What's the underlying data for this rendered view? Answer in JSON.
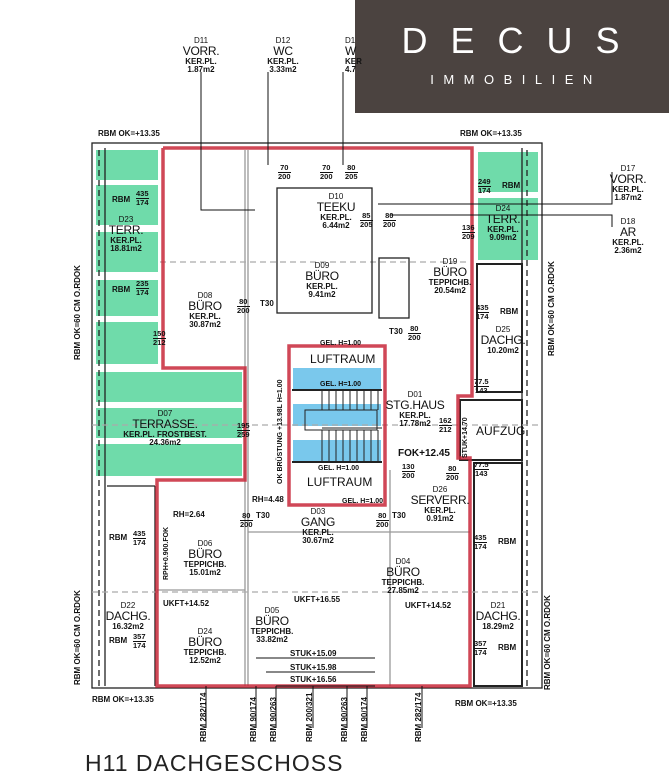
{
  "logo": {
    "brand": "DECUS",
    "subtitle": "IMMOBILIEN",
    "background": "#4b4340"
  },
  "title": "H11 DACHGESCHOSS",
  "colors": {
    "wall_red": "#c8283a",
    "terrace_green": "#3fcf8e",
    "void_blue": "#4db6e6"
  },
  "rooms": [
    {
      "id": "D11",
      "name": "VORR.",
      "floor": "KER.PL.",
      "area": "1.87m2"
    },
    {
      "id": "D12",
      "name": "WC",
      "floor": "KER.PL.",
      "area": "3.33m2"
    },
    {
      "id": "D1",
      "name": "W",
      "floor": "KER",
      "area": "4.7"
    },
    {
      "id": "D17",
      "name": "VORR.",
      "floor": "KER.PL.",
      "area": "1.87m2"
    },
    {
      "id": "D18",
      "name": "AR",
      "floor": "KER.PL.",
      "area": "2.36m2"
    },
    {
      "id": "D10",
      "name": "TEEKU",
      "floor": "KER.PL.",
      "area": "6.44m2"
    },
    {
      "id": "D09",
      "name": "BÜRO",
      "floor": "KER.PL.",
      "area": "9.41m2"
    },
    {
      "id": "D08",
      "name": "BÜRO",
      "floor": "KER.PL.",
      "area": "30.87m2"
    },
    {
      "id": "D19",
      "name": "BÜRO",
      "floor": "TEPPICHB.",
      "area": "20.54m2"
    },
    {
      "id": "D24",
      "name": "TERR.",
      "floor": "KER.PL.",
      "area": "9.09m2"
    },
    {
      "id": "D23",
      "name": "TERR.",
      "floor": "KER.PL.",
      "area": "18.81m2"
    },
    {
      "id": "D25",
      "name": "DACHG.",
      "floor": "",
      "area": "10.20m2"
    },
    {
      "id": "D07",
      "name": "TERRASSE.",
      "floor": "KER.PL. FROSTBEST.",
      "area": "24.36m2"
    },
    {
      "id": "D01",
      "name": "STG.HAUS",
      "floor": "KER.PL.",
      "area": "17.78m2"
    },
    {
      "id": "D03",
      "name": "GANG",
      "floor": "KER.PL.",
      "area": "30.67m2"
    },
    {
      "id": "D26",
      "name": "SERVERR.",
      "floor": "KER.PL.",
      "area": "0.91m2"
    },
    {
      "id": "D06",
      "name": "BÜRO",
      "floor": "TEPPICHB.",
      "area": "15.01m2"
    },
    {
      "id": "D04",
      "name": "BÜRO",
      "floor": "TEPPICHB.",
      "area": "27.85m2"
    },
    {
      "id": "D05",
      "name": "BÜRO",
      "floor": "TEPPICHB.",
      "area": "33.82m2"
    },
    {
      "id": "D24",
      "name": "BÜRO",
      "floor": "TEPPICHB.",
      "area": "12.52m2"
    },
    {
      "id": "D22",
      "name": "DACHG.",
      "floor": "",
      "area": "16.32m2"
    },
    {
      "id": "D21",
      "name": "DACHG.",
      "floor": "",
      "area": "18.29m2"
    }
  ],
  "annotations": {
    "rbm_ok": "RBM  OK=+13.35",
    "rbm_side": "RBM  OK=60  CM  O.RDOK",
    "luftraum": "LUFTRAUM",
    "gel": "GEL. H=1.00",
    "aufzug": "AUFZUG",
    "fok": "FOK+12.45",
    "brustung": "OK BRÜSTUNG +13.98L H=1.00",
    "stuk_1470": "STUK+14.70",
    "rh_264": "RH=2.64",
    "rh_448": "RH=4.48",
    "rph": "RPH+0.900.FOK",
    "ukft_1452": "UKFT+14.52",
    "ukft_1655": "UKFT+16.55",
    "stuk_1509": "STUK+15.09",
    "stuk_1598": "STUK+15.98",
    "stuk_1656": "STUK+16.56",
    "rbm": "RBM",
    "t30": "T30"
  },
  "dims": {
    "d80_200": [
      "80",
      "200"
    ],
    "d70_200": [
      "70",
      "200"
    ],
    "d80_205": [
      "80",
      "205"
    ],
    "d85_205": [
      "85",
      "205"
    ],
    "d70_200v": [
      "70",
      "200"
    ],
    "d435_174": [
      "435",
      "174"
    ],
    "d235_174": [
      "235",
      "174"
    ],
    "d150_212": [
      "150",
      "212"
    ],
    "d195_259": [
      "195",
      "259"
    ],
    "d249_174": [
      "249",
      "174"
    ],
    "d136_209": [
      "136",
      "209"
    ],
    "d775_143": [
      "77.5",
      "143"
    ],
    "d162_212": [
      "162",
      "212"
    ],
    "d357_174": [
      "357",
      "174"
    ],
    "d130_200": [
      "130",
      "200"
    ],
    "d282_174": [
      "282",
      "174"
    ],
    "d90_174": [
      "90",
      "174"
    ],
    "d90_263": [
      "90",
      "263"
    ],
    "d200_321": [
      "200",
      "321"
    ]
  }
}
